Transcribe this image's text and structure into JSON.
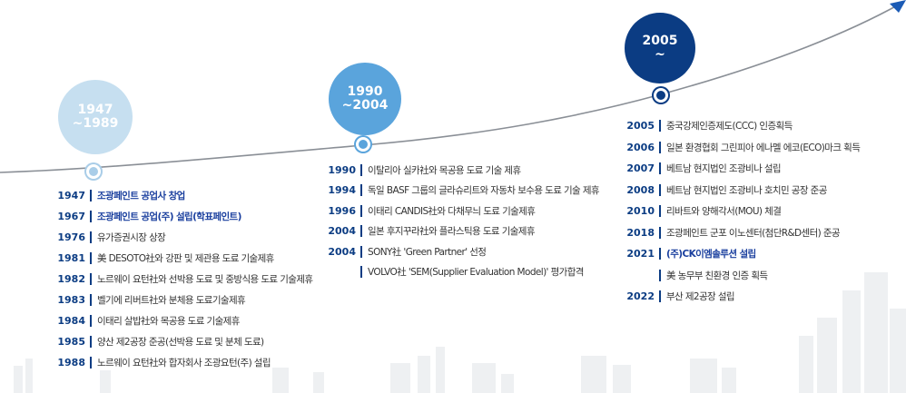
{
  "periods": [
    {
      "label_line1": "1947",
      "label_line2": "~1989",
      "events": [
        {
          "year": "1947",
          "text": "조광페인트 공업사 창업",
          "highlight": true
        },
        {
          "year": "1967",
          "text": "조광페인트 공업(주) 설립(학표페인트)",
          "highlight": true
        },
        {
          "year": "1976",
          "text": "유가증권시장 상장",
          "highlight": false
        },
        {
          "year": "1981",
          "text": "美 DESOTO社와 강판 및 제관용 도료 기술제휴",
          "highlight": false
        },
        {
          "year": "1982",
          "text": "노르웨이 요턴社와 선박용 도료 및 중방식용 도료 기술제휴",
          "highlight": false
        },
        {
          "year": "1983",
          "text": "벨기에 리버트社와 분체용 도료기술제휴",
          "highlight": false
        },
        {
          "year": "1984",
          "text": "이태리 살밥社와 목공용 도료 기술제휴",
          "highlight": false
        },
        {
          "year": "1985",
          "text": "양산 제2공장 준공(선박용 도료 및 분체 도료)",
          "highlight": false
        },
        {
          "year": "1988",
          "text": "노르웨이 요턴社와 합자회사 조광요턴(주) 설립",
          "highlight": false
        }
      ]
    },
    {
      "label_line1": "1990",
      "label_line2": "~2004",
      "events": [
        {
          "year": "1990",
          "text": "이탈리아 실카社와 목공용 도료 기술 제휴",
          "highlight": false
        },
        {
          "year": "1994",
          "text": "독일 BASF 그룹의 글라슈리트와 자동차 보수용 도료 기술 제휴",
          "highlight": false
        },
        {
          "year": "1996",
          "text": "이태리 CANDIS社와 다채무늬 도료 기술제휴",
          "highlight": false
        },
        {
          "year": "2004",
          "text": "일본 후지꾸라社와 플라스틱용 도료 기술제휴",
          "highlight": false
        },
        {
          "year": "2004",
          "text": "SONY社 'Green Partner' 선정",
          "highlight": false
        },
        {
          "year": "",
          "text": "VOLVO社 'SEM(Supplier Evaluation Model)' 평가합격",
          "highlight": false
        }
      ]
    },
    {
      "label_line1": "2005",
      "label_line2": "~",
      "events": [
        {
          "year": "2005",
          "text": "중국강제인증제도(CCC) 인증획득",
          "highlight": false
        },
        {
          "year": "2006",
          "text": "일본 환경협회 그린피아 에나멜 에코(ECO)마크 획득",
          "highlight": false
        },
        {
          "year": "2007",
          "text": "베트남 현지법인 조광비나 설립",
          "highlight": false
        },
        {
          "year": "2008",
          "text": "베트남 현지법인 조광비나 호치민 공장 준공",
          "highlight": false
        },
        {
          "year": "2010",
          "text": "리바트와 양해각서(MOU) 체결",
          "highlight": false
        },
        {
          "year": "2018",
          "text": "조광페인트 군포 이노센터(첨단R&D센터) 준공",
          "highlight": false
        },
        {
          "year": "2021",
          "text": "(주)CK이엠솔루션 설립",
          "highlight": true
        },
        {
          "year": "",
          "text": "美 농무부 친환경 인증 획득",
          "highlight": false
        },
        {
          "year": "2022",
          "text": "부산 제2공장 설립",
          "highlight": false
        }
      ]
    }
  ],
  "colors": {
    "accent_dark": "#0b3c83",
    "accent_mid": "#5aa4dc",
    "accent_light": "#c6dff0",
    "timeline_line": "#8a8f96",
    "highlight_text": "#1a3f9e"
  }
}
